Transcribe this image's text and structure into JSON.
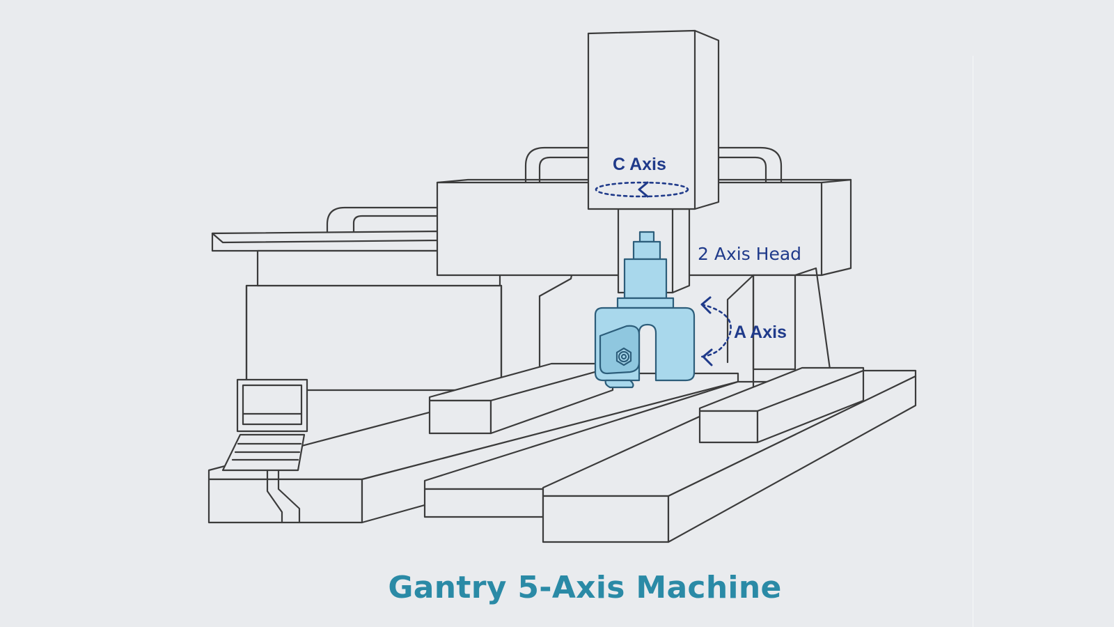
{
  "title": "Gantry 5-Axis Machine",
  "labels": {
    "c_axis": "C Axis",
    "head": "2 Axis Head",
    "a_axis": "A Axis"
  },
  "colors": {
    "background": "#e9ebee",
    "line": "#3b3b3b",
    "head_fill": "#a9d8ec",
    "axis_label": "#1f3a8a",
    "title": "#2a8aa6"
  }
}
